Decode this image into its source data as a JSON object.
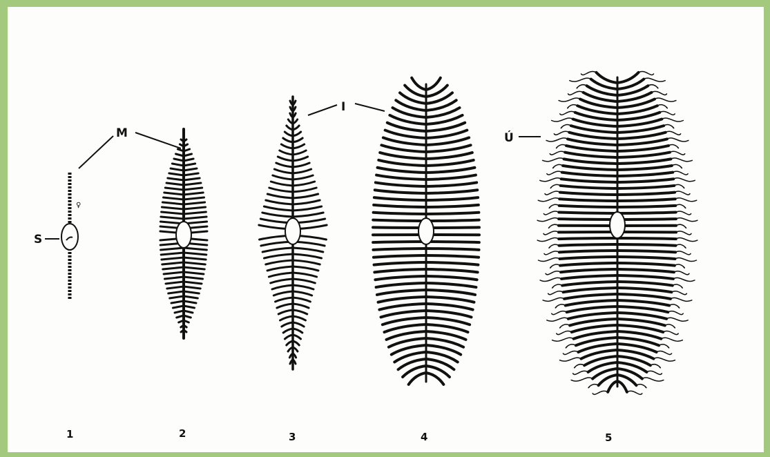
{
  "colors": {
    "frame": "#a3c97e",
    "paper": "#fdfdfb",
    "ink": "#111111"
  },
  "labels": {
    "m": "M",
    "s": "S",
    "i": "I",
    "u": "Ú"
  },
  "figures": [
    {
      "number": "1"
    },
    {
      "number": "2"
    },
    {
      "number": "3"
    },
    {
      "number": "4"
    },
    {
      "number": "5"
    }
  ]
}
